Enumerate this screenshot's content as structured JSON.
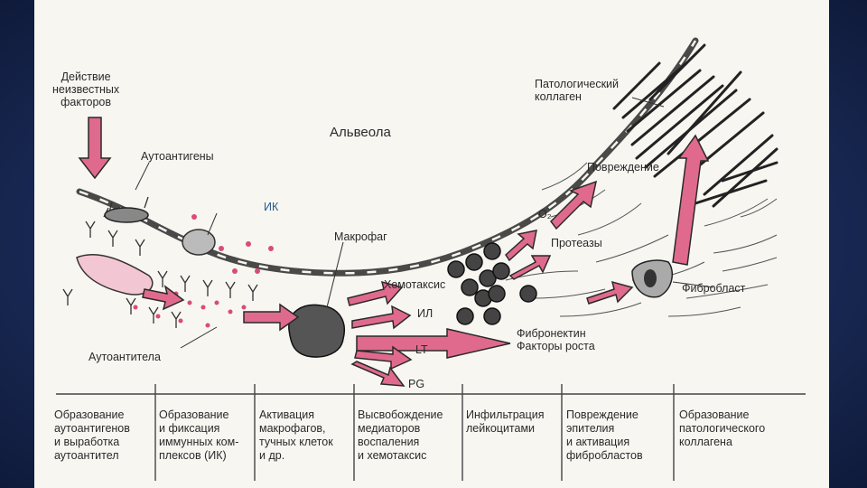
{
  "labels": {
    "unknown_factors": "Действие\nнеизвестных\nфакторов",
    "autoantigens": "Аутоантигены",
    "ik": "ИК",
    "alveola": "Альвеола",
    "macrophage": "Макрофаг",
    "pathological_collagen": "Патологический\nколлаген",
    "damage": "Повреждение",
    "o2": "O₂",
    "proteases": "Протеазы",
    "fibroblast": "Фибробласт",
    "chemotaxis": "Хемотаксис",
    "il": "ИЛ",
    "lt": "LT",
    "pg": "PG",
    "fibronectin": "Фибронектин\nФакторы роста",
    "autoantibodies": "Аутоантитела"
  },
  "stages": [
    "Образование\nаутоантигенов\nи выработка\nаутоантител",
    "Образование\nи фиксация\nиммунных ком-\nплексов (ИК)",
    "Активация\nмакрофагов,\nтучных клеток\nи др.",
    "Высвобождение\nмедиаторов\nвоспаления\nи хемотаксис",
    "Инфильтрация\nлейкоцитами",
    "Повреждение\nэпителия\nи активация\nфибробластов",
    "Образование\nпатологического\nколлагена"
  ],
  "colors": {
    "arrow": "#e06a8e",
    "ink": "#2a2a2a",
    "dot": "#d94b78"
  }
}
